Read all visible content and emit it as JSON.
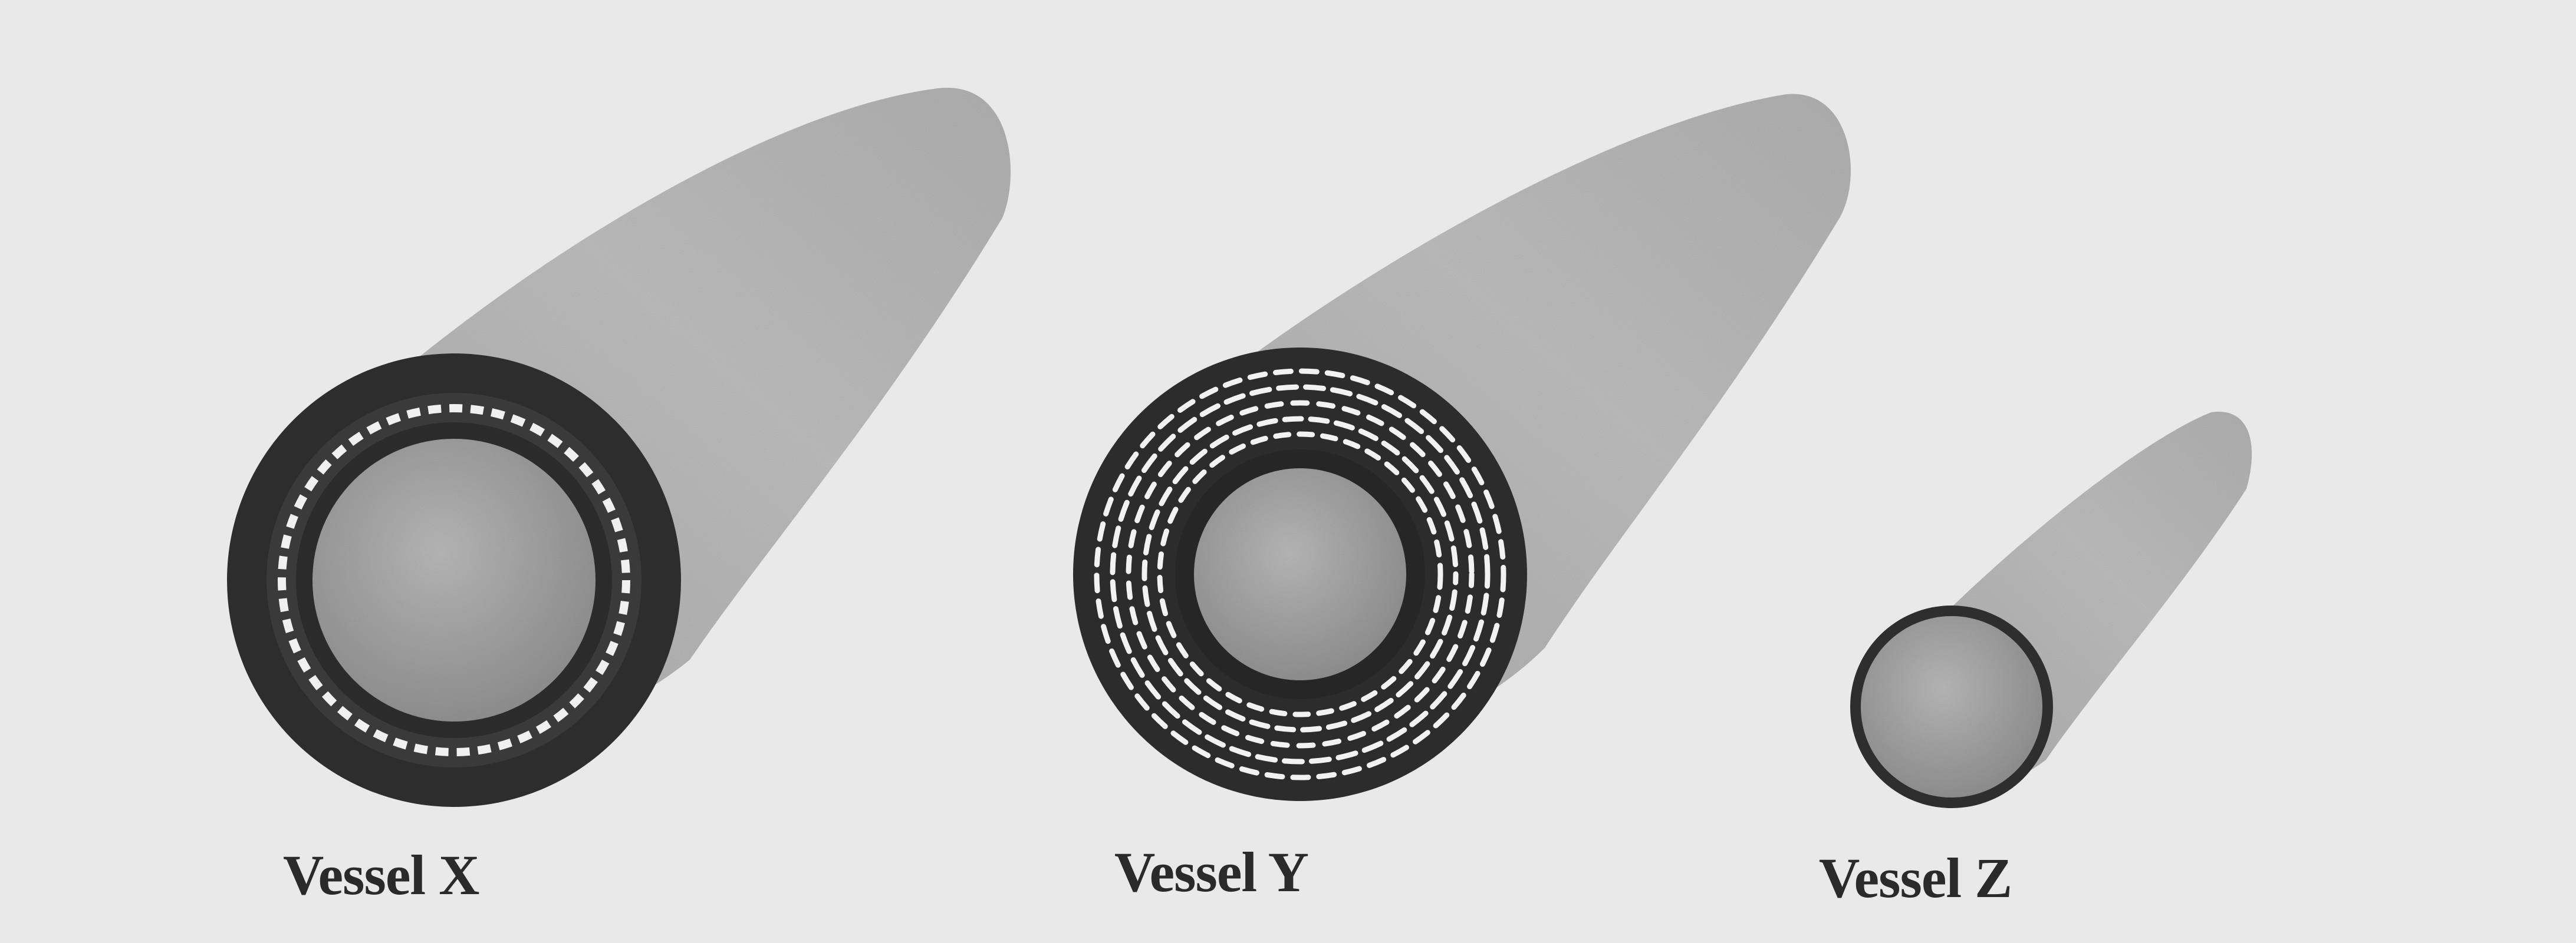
{
  "vessels": [
    {
      "id": "x",
      "label": "Vessel X",
      "wall": "thin"
    },
    {
      "id": "y",
      "label": "Vessel Y",
      "wall": "thick"
    },
    {
      "id": "z",
      "label": "Vessel Z",
      "wall": "very-thin"
    }
  ],
  "colors": {
    "background": "#e9e9e9",
    "tube": "#b4b4b4",
    "wall_outer": "#2d2d2d",
    "lumen": "#9c9c9c",
    "fibers": "#f2f2f2"
  }
}
